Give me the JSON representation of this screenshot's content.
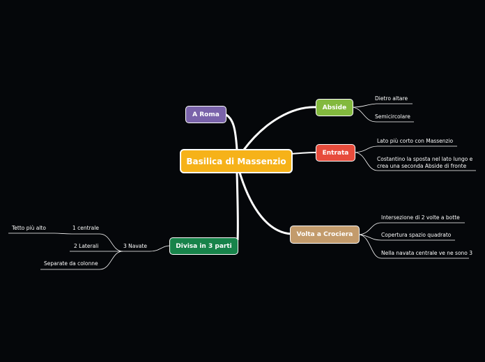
{
  "colors": {
    "background": "#05070a",
    "central": "#f6b219",
    "a_roma": "#7a63aa",
    "abside": "#83b93e",
    "entrata": "#e74c3c",
    "volta": "#c39b6c",
    "divisa": "#17834a",
    "line": "#ffffff"
  },
  "central": {
    "label": "Basilica di Massenzio"
  },
  "branches": {
    "a_roma": {
      "label": "A Roma"
    },
    "abside": {
      "label": "Abside",
      "children": [
        "Dietro altare",
        "Semicircolare"
      ]
    },
    "entrata": {
      "label": "Entrata",
      "children": [
        "Lato più corto con Massenzio",
        "Costantino la sposta nel lato lungo e crea una seconda Abside di fronte"
      ]
    },
    "volta": {
      "label": "Volta a Crociera",
      "children": [
        "Intersezione di 2 volte a botte",
        "Copertura spazio quadrato",
        "Nella navata centrale ve ne sono 3"
      ]
    },
    "divisa": {
      "label": "Divisa in 3 parti",
      "child": "3 Navate",
      "grandchildren": [
        "1 centrale",
        "2 Laterali",
        "Separate da colonne"
      ],
      "great_grandchild": "Tetto più alto"
    }
  }
}
